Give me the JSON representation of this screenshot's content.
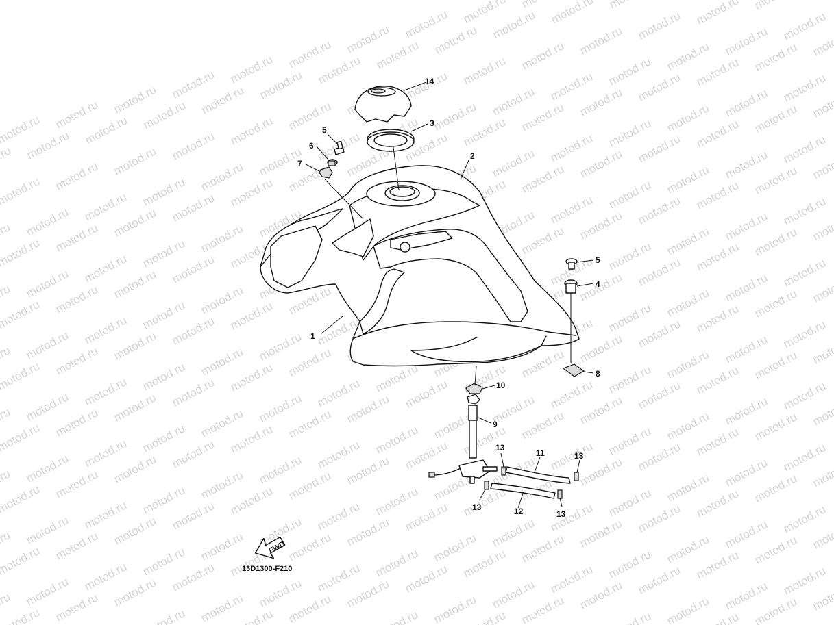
{
  "watermark": "motod.ru",
  "diagram_code": "13D1300-F210",
  "fwd_label": "FWD",
  "callouts": [
    {
      "id": "c1",
      "number": "1"
    },
    {
      "id": "c2",
      "number": "2"
    },
    {
      "id": "c3",
      "number": "3"
    },
    {
      "id": "c4",
      "number": "4"
    },
    {
      "id": "c5a",
      "number": "5"
    },
    {
      "id": "c5b",
      "number": "5"
    },
    {
      "id": "c6",
      "number": "6"
    },
    {
      "id": "c7",
      "number": "7"
    },
    {
      "id": "c8",
      "number": "8"
    },
    {
      "id": "c9",
      "number": "9"
    },
    {
      "id": "c10",
      "number": "10"
    },
    {
      "id": "c11",
      "number": "11"
    },
    {
      "id": "c12",
      "number": "12"
    },
    {
      "id": "c13a",
      "number": "13"
    },
    {
      "id": "c13b",
      "number": "13"
    },
    {
      "id": "c13c",
      "number": "13"
    },
    {
      "id": "c13d",
      "number": "13"
    },
    {
      "id": "c14",
      "number": "14"
    }
  ]
}
